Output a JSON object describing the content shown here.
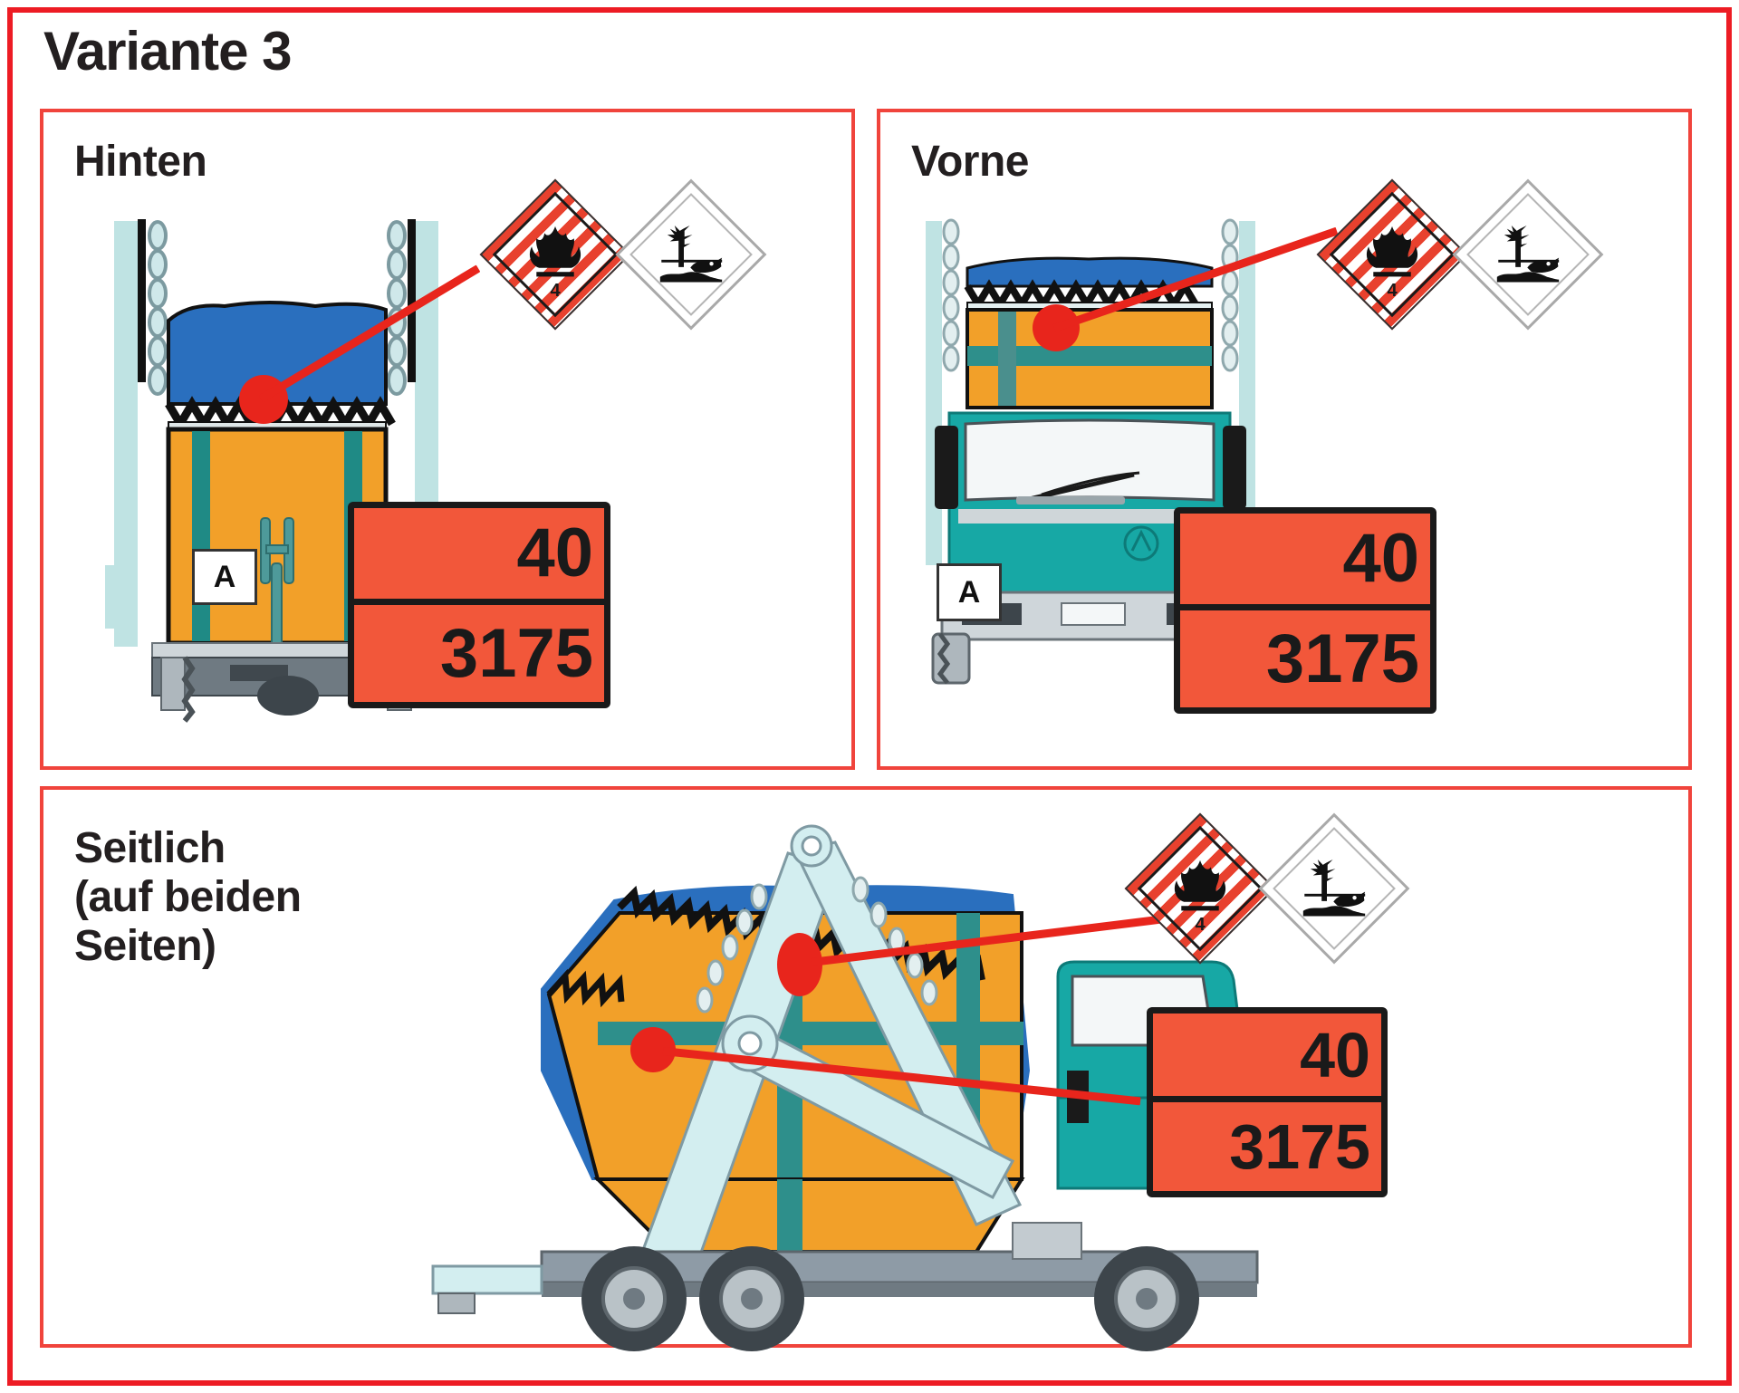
{
  "title": "Variante 3",
  "panels": {
    "rear": {
      "label": "Hinten"
    },
    "front": {
      "label": "Vorne"
    },
    "side": {
      "label": "Seitlich\n(auf beiden\nSeiten)"
    }
  },
  "kemler_plate": {
    "hazard_identification_number": "40",
    "un_number": "3175",
    "background_color": "#F2573A",
    "border_color": "#1A1A1A",
    "text_color": "#1A1A1A"
  },
  "placards": {
    "flammable_solid": {
      "name": "flammable-solid-placard",
      "class_number": "4",
      "symbol": "flame",
      "stripe_color": "#E8412E",
      "background_color": "#FFFFFF"
    },
    "environmentally_hazardous": {
      "name": "environmentally-hazardous-mark",
      "symbol": "dead-tree-and-fish",
      "background_color": "#FFFFFF",
      "border_color": "#A9A9A9"
    }
  },
  "vehicle": {
    "approval_plate_letter": "A",
    "cab_color": "#17A8A5",
    "container_color": "#F2A029",
    "container_band_color": "#1F8A85",
    "tarp_color": "#2A6FBE",
    "chassis_color": "#8E9BA6"
  },
  "colors": {
    "frame_red": "#ED1C24",
    "panel_red": "#F0443C",
    "leader_red": "#E8251C",
    "text_black": "#231F20"
  }
}
